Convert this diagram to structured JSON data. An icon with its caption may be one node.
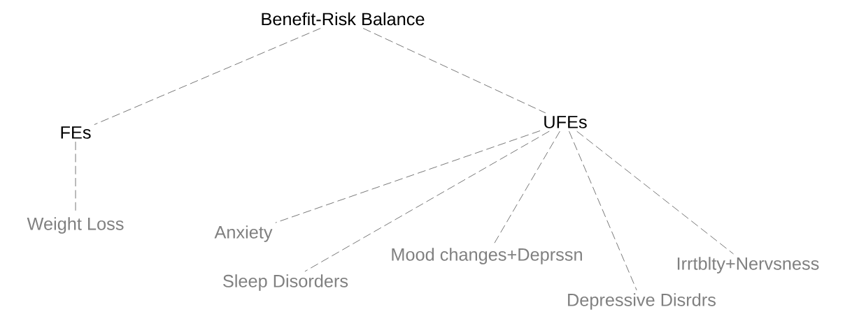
{
  "diagram": {
    "nodes": [
      {
        "text": [
          "Benefit-Risk Balance"
        ]
      },
      {
        "text": [
          "FEs"
        ]
      },
      {
        "text": [
          "UFEs"
        ]
      },
      {
        "text": [
          "Weight Loss"
        ]
      },
      {
        "text": [
          "Anxiety"
        ]
      },
      {
        "text": [
          "Sleep Disorders"
        ]
      },
      {
        "text": [
          "Mood changes+Deprssn"
        ]
      },
      {
        "text": [
          "Depressive Disrdrs"
        ]
      },
      {
        "text": [
          "Irrtblty+Nervsness"
        ]
      }
    ],
    "edges": [
      {
        "from": 0,
        "to": 1,
        "arrow": "none"
      },
      {
        "from": 0,
        "to": 2,
        "arrow": "none"
      },
      {
        "from": 1,
        "to": 3,
        "arrow": "none"
      },
      {
        "from": 2,
        "to": 4,
        "arrow": "none"
      },
      {
        "from": 2,
        "to": 5,
        "arrow": "none"
      },
      {
        "from": 2,
        "to": 6,
        "arrow": "none"
      },
      {
        "from": 2,
        "to": 7,
        "arrow": "none"
      },
      {
        "from": 2,
        "to": 8,
        "arrow": "none"
      }
    ]
  }
}
